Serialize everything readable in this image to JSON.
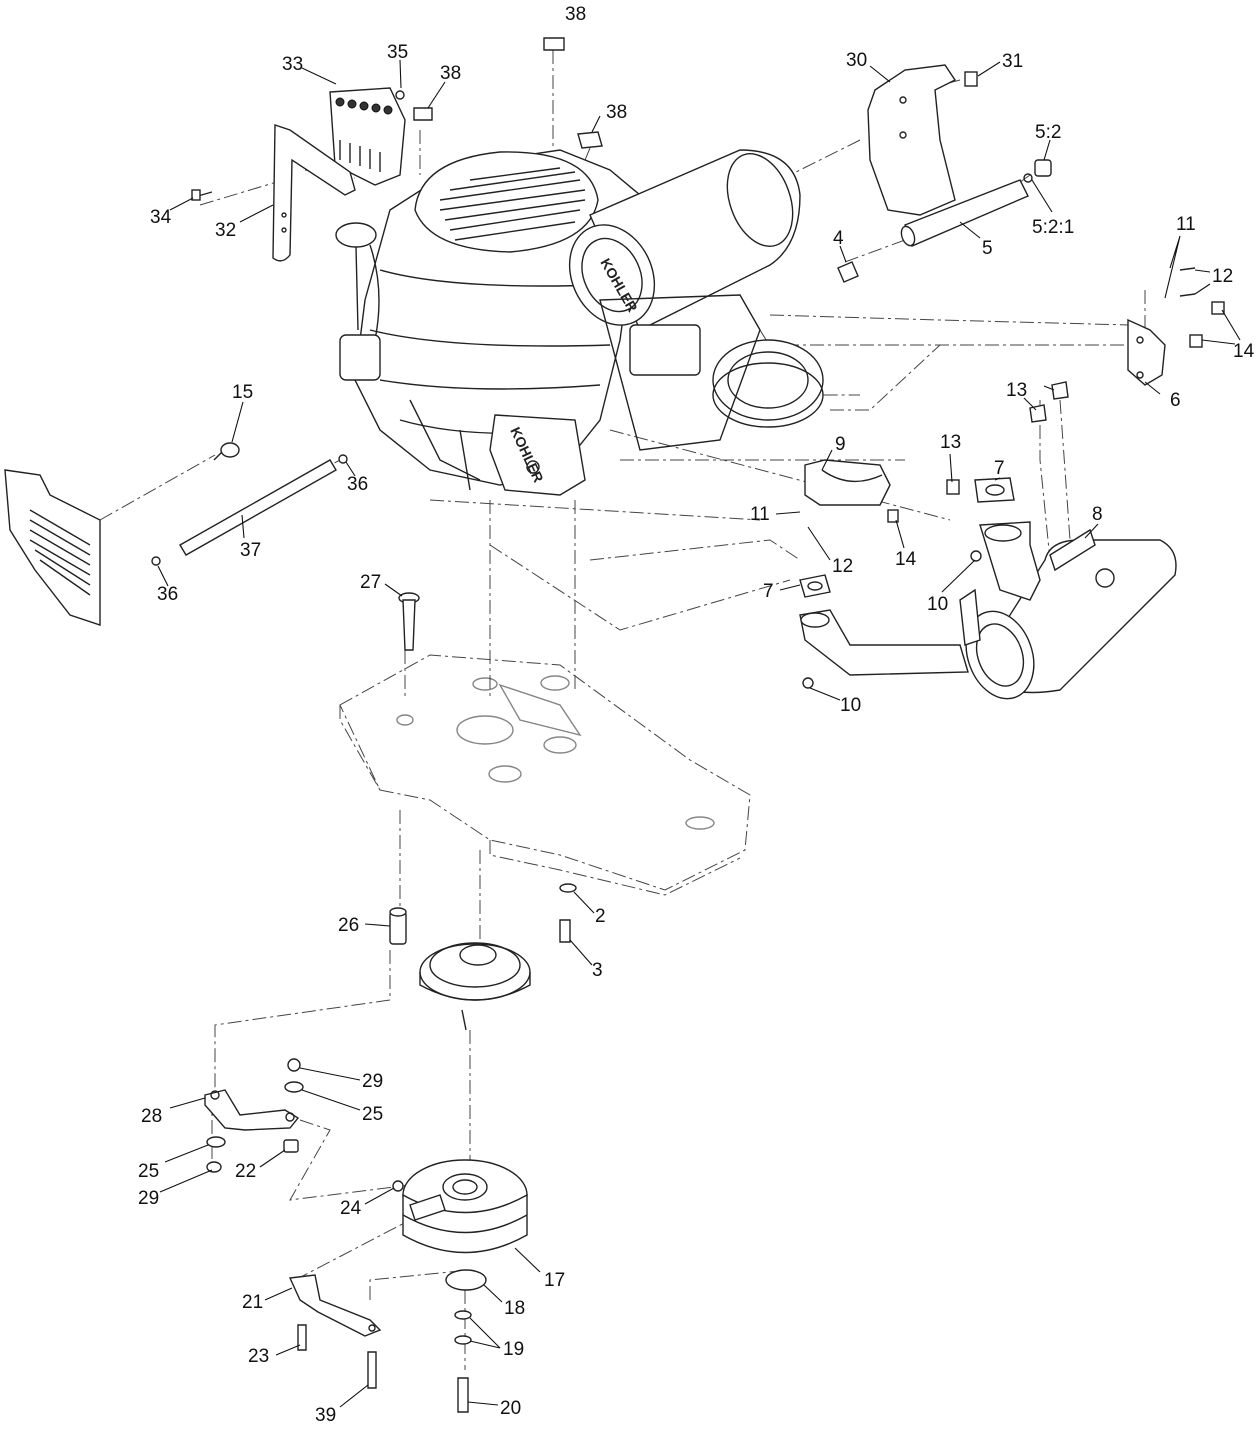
{
  "diagram": {
    "brand_texts": [
      "KOHLER",
      "KOHLER"
    ],
    "callouts": [
      "38",
      "35",
      "33",
      "38",
      "38",
      "34",
      "32",
      "30",
      "31",
      "5:2",
      "5:2:1",
      "5",
      "4",
      "11",
      "12",
      "14",
      "6",
      "15",
      "36",
      "37",
      "36",
      "13",
      "13",
      "9",
      "7",
      "8",
      "11",
      "12",
      "14",
      "10",
      "7",
      "10",
      "27",
      "26",
      "2",
      "3",
      "29",
      "25",
      "28",
      "25",
      "22",
      "29",
      "24",
      "17",
      "21",
      "18",
      "19",
      "23",
      "39",
      "20"
    ]
  }
}
